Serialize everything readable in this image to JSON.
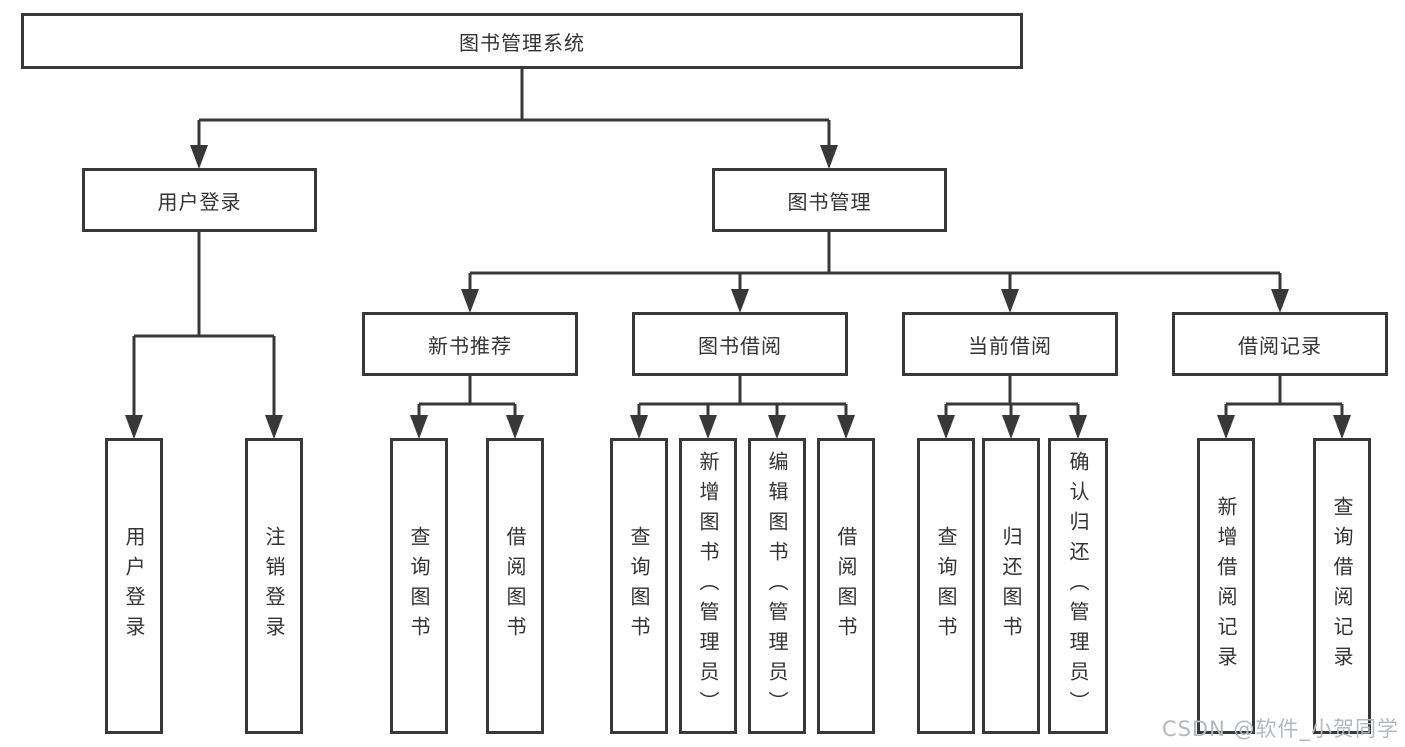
{
  "colors": {
    "line": "#383838",
    "text": "#333333",
    "watermark": "#b4b8bd",
    "background": "#ffffff"
  },
  "watermark": "CSDN @软件_小贺同学",
  "tree": {
    "label": "图书管理系统",
    "children": [
      {
        "label": "用户登录",
        "children": [
          {
            "label": "用户登录"
          },
          {
            "label": "注销登录"
          }
        ]
      },
      {
        "label": "图书管理",
        "children": [
          {
            "label": "新书推荐",
            "children": [
              {
                "label": "查询图书"
              },
              {
                "label": "借阅图书"
              }
            ]
          },
          {
            "label": "图书借阅",
            "children": [
              {
                "label": "查询图书"
              },
              {
                "label": "新增图书（管理员）"
              },
              {
                "label": "编辑图书（管理员）"
              },
              {
                "label": "借阅图书"
              }
            ]
          },
          {
            "label": "当前借阅",
            "children": [
              {
                "label": "查询图书"
              },
              {
                "label": "归还图书"
              },
              {
                "label": "确认归还（管理员）"
              }
            ]
          },
          {
            "label": "借阅记录",
            "children": [
              {
                "label": "新增借阅记录"
              },
              {
                "label": "查询借阅记录"
              }
            ]
          }
        ]
      }
    ]
  }
}
